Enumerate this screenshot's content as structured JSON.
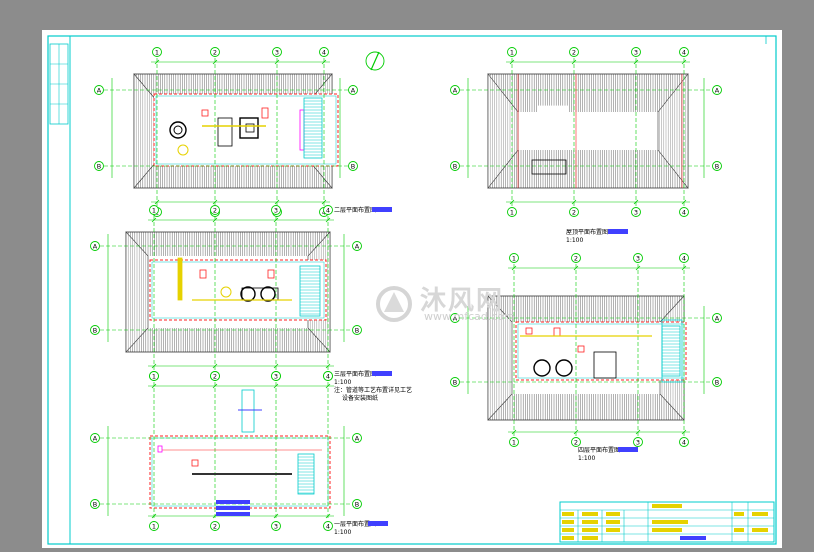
{
  "watermark": {
    "name": "沐风网",
    "url": "www.mfcad.com"
  },
  "axis_numbers": [
    "1",
    "2",
    "3",
    "4"
  ],
  "axis_letters": [
    "A",
    "B"
  ],
  "labels": {
    "plan2": "二层平面布置图",
    "plan3": "三层平面布置图",
    "plan3_scale": "1:100",
    "plan3_note1": "注：管道等工艺布置详见工艺",
    "plan3_note2": "设备安装图纸",
    "plan1": "一层平面布置图",
    "plan1_scale": "1:100",
    "roof": "屋顶平面布置图",
    "roof_scale": "1:100",
    "plan4": "四层平面布置图",
    "plan4_scale": "1:100"
  },
  "colors": {
    "axis": "#00cc00",
    "wall": "#00cccc",
    "red": "#ff2020",
    "magenta": "#ff00ff",
    "yellow": "#e6d200",
    "blue": "#4040ff",
    "black": "#000000"
  }
}
